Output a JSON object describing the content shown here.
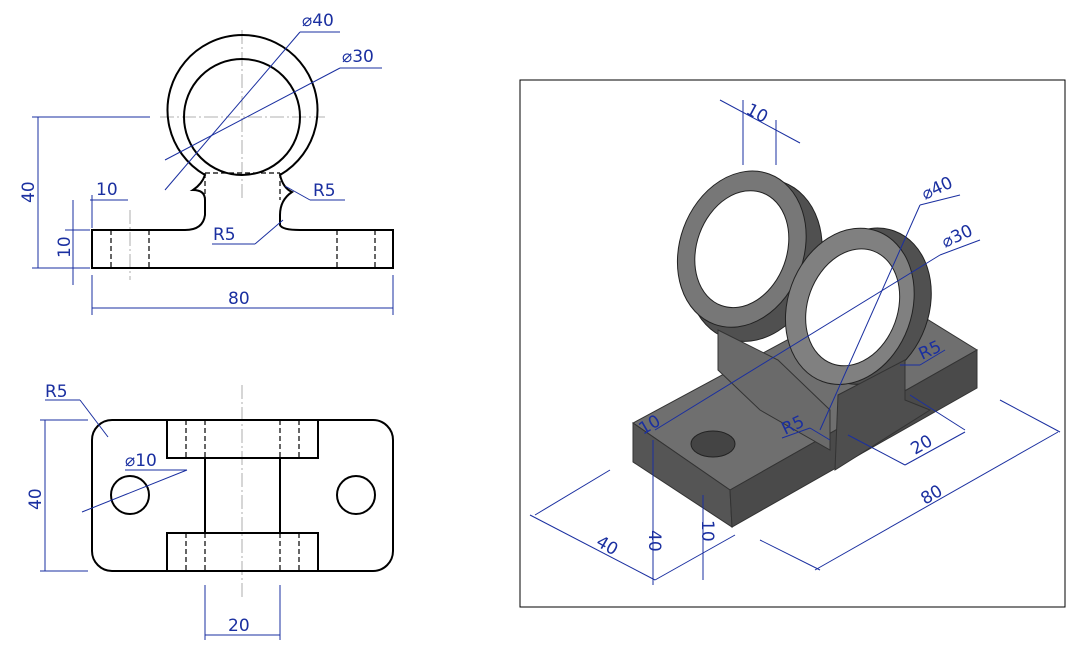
{
  "front_view": {
    "dia_outer": "⌀40",
    "dia_inner": "⌀30",
    "radius_right": "R5",
    "radius_bottom": "R5",
    "width_10": "10",
    "height_10": "10",
    "height_40": "40",
    "width_80": "80"
  },
  "top_view": {
    "radius": "R5",
    "hole_dia": "⌀10",
    "depth_40": "40",
    "width_20": "20"
  },
  "iso_view": {
    "ring_thickness": "10",
    "dia_outer": "⌀40",
    "dia_inner": "⌀30",
    "radius_right": "R5",
    "radius_left": "R5",
    "base_thickness_left": "10",
    "web_20": "20",
    "length_80": "80",
    "width_40": "40",
    "height_40": "40",
    "base_thickness": "10"
  },
  "colors": {
    "dimension": "#1a2fa0",
    "solid": "#6e6e6e"
  }
}
